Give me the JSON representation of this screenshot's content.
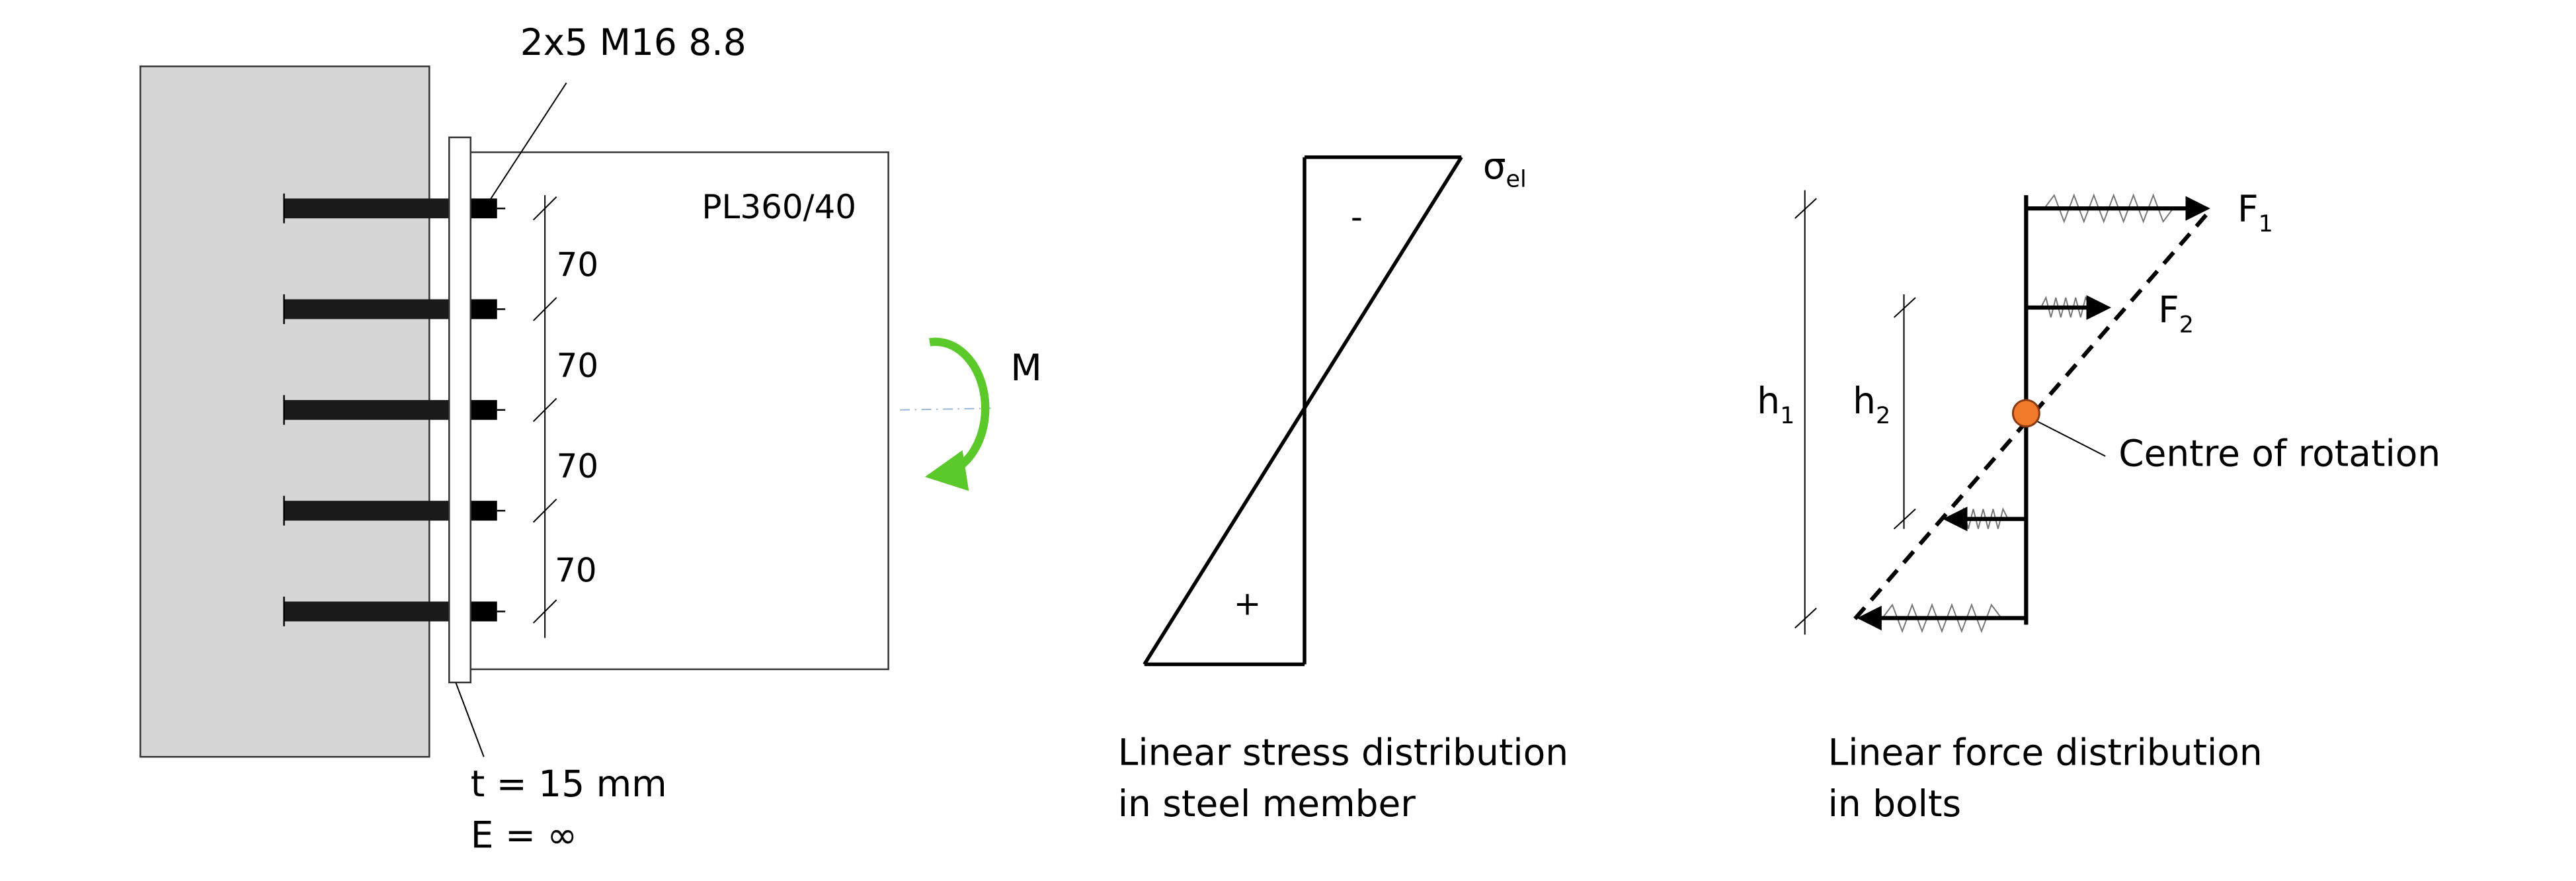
{
  "connection": {
    "bolt_label": "2x5 M16 8.8",
    "plate_label": "PL360/40",
    "spacings": [
      "70",
      "70",
      "70",
      "70"
    ],
    "endplate_thickness": "t = 15 mm",
    "endplate_stiffness": "E = ∞",
    "moment_label": "M",
    "moment_color": "#5cc92a"
  },
  "stress": {
    "sigma_symbol": "σ",
    "sigma_sub": "el",
    "minus": "-",
    "plus": "+",
    "caption_line1": "Linear stress distribution",
    "caption_line2": "in steel member"
  },
  "force": {
    "f1": "F",
    "f1_sub": "1",
    "f2": "F",
    "f2_sub": "2",
    "h1": "h",
    "h1_sub": "1",
    "h2": "h",
    "h2_sub": "2",
    "centre_label": "Centre of rotation",
    "centre_color": "#f07a2a",
    "caption_line1": "Linear force distribution",
    "caption_line2": "in bolts"
  }
}
